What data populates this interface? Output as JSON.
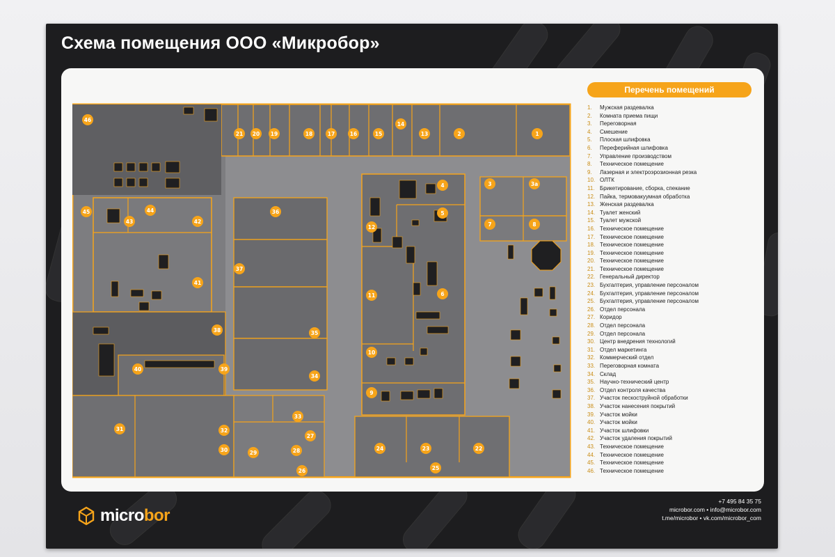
{
  "title": "Схема помещения ООО «Микробор»",
  "legend": {
    "header": "Перечень помещений",
    "items": [
      {
        "num": "1.",
        "label": "Мужская раздевалка"
      },
      {
        "num": "2.",
        "label": "Комната приема пищи"
      },
      {
        "num": "3.",
        "label": "Переговорная"
      },
      {
        "num": "4.",
        "label": "Смешение"
      },
      {
        "num": "5.",
        "label": "Плоская шлифовка"
      },
      {
        "num": "6.",
        "label": "Переферийная шлифовка"
      },
      {
        "num": "7.",
        "label": "Управление производством"
      },
      {
        "num": "8.",
        "label": "Техническое помещение"
      },
      {
        "num": "9.",
        "label": "Лазерная и электроэрозионная резка"
      },
      {
        "num": "10.",
        "label": "ОЛТК"
      },
      {
        "num": "11.",
        "label": "Брикетирование, сборка, спекание"
      },
      {
        "num": "12.",
        "label": "Пайка, термовакуумная обработка"
      },
      {
        "num": "13.",
        "label": "Женская раздевалка"
      },
      {
        "num": "14.",
        "label": "Туалет женский"
      },
      {
        "num": "15.",
        "label": "Туалет мужской"
      },
      {
        "num": "16.",
        "label": "Техническое помещение"
      },
      {
        "num": "17.",
        "label": "Техническое помещение"
      },
      {
        "num": "18.",
        "label": "Техническое помещение"
      },
      {
        "num": "19.",
        "label": "Техническое помещение"
      },
      {
        "num": "20.",
        "label": "Техническое помещение"
      },
      {
        "num": "21.",
        "label": "Техническое помещение"
      },
      {
        "num": "22.",
        "label": "Генеральный директор"
      },
      {
        "num": "23.",
        "label": "Бухгалтерия, управление персоналом"
      },
      {
        "num": "24.",
        "label": "Бухгалтерия, управление персоналом"
      },
      {
        "num": "25.",
        "label": "Бухгалтерия, управление персоналом"
      },
      {
        "num": "26.",
        "label": "Отдел персонала"
      },
      {
        "num": "27.",
        "label": "Коридор"
      },
      {
        "num": "28.",
        "label": "Отдел персонала"
      },
      {
        "num": "29.",
        "label": "Отдел персонала"
      },
      {
        "num": "30.",
        "label": "Центр внедрения технологий"
      },
      {
        "num": "31.",
        "label": "Отдел маркетинга"
      },
      {
        "num": "32.",
        "label": "Коммерческий отдел"
      },
      {
        "num": "33.",
        "label": "Переговорная комната"
      },
      {
        "num": "34.",
        "label": "Склад"
      },
      {
        "num": "35.",
        "label": "Научно-технический центр"
      },
      {
        "num": "36.",
        "label": "Отдел контроля качества"
      },
      {
        "num": "37.",
        "label": "Участок пескоструйной обработки"
      },
      {
        "num": "38.",
        "label": "Участок нанесения покрытий"
      },
      {
        "num": "39.",
        "label": "Участок мойки"
      },
      {
        "num": "40.",
        "label": "Участок мойки"
      },
      {
        "num": "41.",
        "label": "Участок шлифовки"
      },
      {
        "num": "42.",
        "label": "Участок удаления покрытий"
      },
      {
        "num": "43.",
        "label": "Техническое помещение"
      },
      {
        "num": "44.",
        "label": "Техническое помещение"
      },
      {
        "num": "45.",
        "label": "Техническое помещение"
      },
      {
        "num": "46.",
        "label": "Техническое помещение"
      }
    ]
  },
  "brand": {
    "prefix": "micro",
    "suffix": "bor",
    "icon": "microbor-logo-icon"
  },
  "contacts": {
    "phone": "+7 495 84 35 75",
    "line2": "microbor.com • info@microbor.com",
    "line3": "t.me/microbor • vk.com/microbor_com"
  },
  "map_marker_labels": [
    "1",
    "2",
    "3",
    "3a",
    "4",
    "5",
    "6",
    "7",
    "8",
    "9",
    "10",
    "11",
    "12",
    "13",
    "14",
    "15",
    "16",
    "17",
    "18",
    "19",
    "20",
    "21",
    "22",
    "23",
    "24",
    "25",
    "26",
    "27",
    "28",
    "29",
    "30",
    "31",
    "32",
    "33",
    "34",
    "35",
    "36",
    "37",
    "38",
    "39",
    "40",
    "41",
    "42",
    "43",
    "44",
    "45",
    "46"
  ],
  "colors": {
    "accent": "#f6a41a",
    "poster_bg": "#1d1d1f",
    "floor_dark": "#6b6b6d",
    "floor_light": "#8a8a8c",
    "wall": "#f6a41a"
  }
}
